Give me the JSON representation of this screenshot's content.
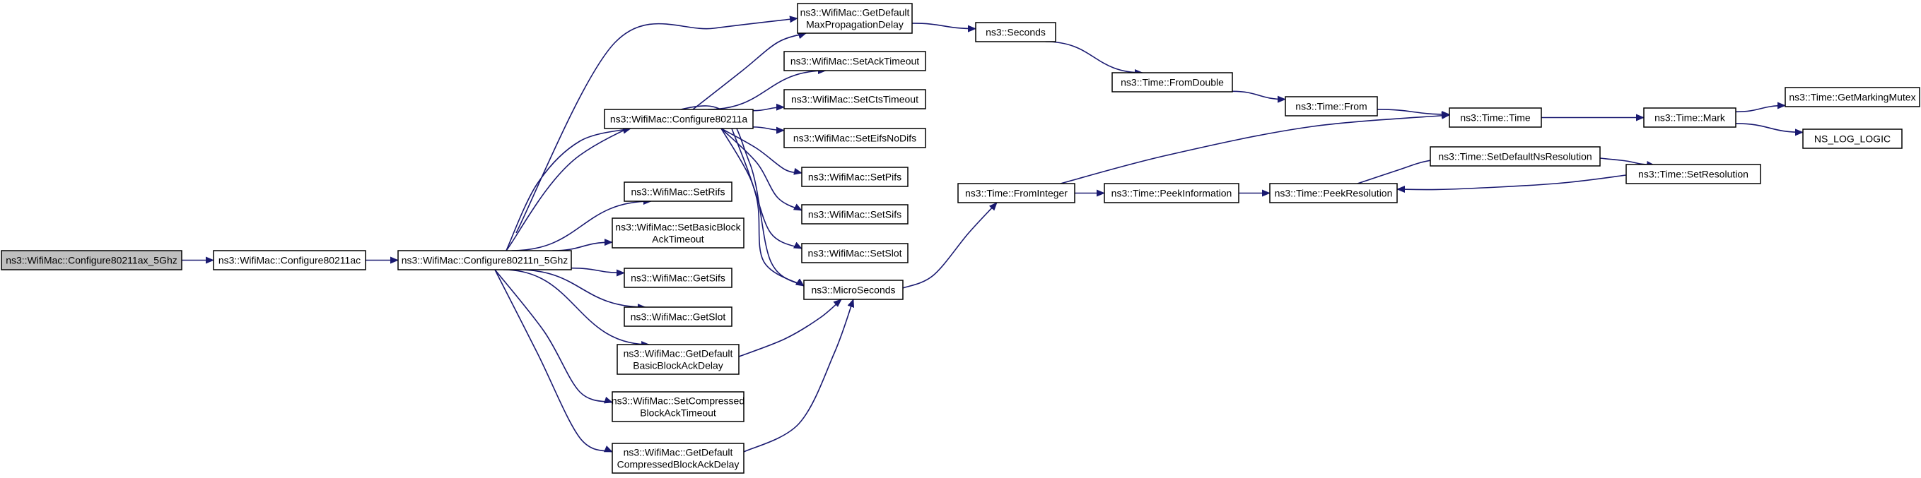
{
  "diagram": {
    "nodes": [
      {
        "id": "configure80211ax_5ghz",
        "lines": [
          "ns3::WifiMac::Configure80211ax_5Ghz"
        ],
        "root": true
      },
      {
        "id": "configure80211ac",
        "lines": [
          "ns3::WifiMac::Configure80211ac"
        ]
      },
      {
        "id": "configure80211n_5ghz",
        "lines": [
          "ns3::WifiMac::Configure80211n_5Ghz"
        ]
      },
      {
        "id": "configure80211a",
        "lines": [
          "ns3::WifiMac::Configure80211a"
        ]
      },
      {
        "id": "setrifs",
        "lines": [
          "ns3::WifiMac::SetRifs"
        ]
      },
      {
        "id": "setbasicblockacktimeout",
        "lines": [
          "ns3::WifiMac::SetBasicBlock",
          "AckTimeout"
        ]
      },
      {
        "id": "getsifs",
        "lines": [
          "ns3::WifiMac::GetSifs"
        ]
      },
      {
        "id": "getslot",
        "lines": [
          "ns3::WifiMac::GetSlot"
        ]
      },
      {
        "id": "getdefaultbasicblockackdelay",
        "lines": [
          "ns3::WifiMac::GetDefault",
          "BasicBlockAckDelay"
        ]
      },
      {
        "id": "setcompressedblockacktimeout",
        "lines": [
          "ns3::WifiMac::SetCompressed",
          "BlockAckTimeout"
        ]
      },
      {
        "id": "getdefaultcompressedblockackdelay",
        "lines": [
          "ns3::WifiMac::GetDefault",
          "CompressedBlockAckDelay"
        ]
      },
      {
        "id": "getdefaultmaxpropagationdelay",
        "lines": [
          "ns3::WifiMac::GetDefault",
          "MaxPropagationDelay"
        ]
      },
      {
        "id": "setacktimeout",
        "lines": [
          "ns3::WifiMac::SetAckTimeout"
        ]
      },
      {
        "id": "setctstimeout",
        "lines": [
          "ns3::WifiMac::SetCtsTimeout"
        ]
      },
      {
        "id": "seteifsnodifs",
        "lines": [
          "ns3::WifiMac::SetEifsNoDifs"
        ]
      },
      {
        "id": "setpifs",
        "lines": [
          "ns3::WifiMac::SetPifs"
        ]
      },
      {
        "id": "setsifs",
        "lines": [
          "ns3::WifiMac::SetSifs"
        ]
      },
      {
        "id": "setslot",
        "lines": [
          "ns3::WifiMac::SetSlot"
        ]
      },
      {
        "id": "microseconds",
        "lines": [
          "ns3::MicroSeconds"
        ]
      },
      {
        "id": "seconds",
        "lines": [
          "ns3::Seconds"
        ]
      },
      {
        "id": "fromdouble",
        "lines": [
          "ns3::Time::FromDouble"
        ]
      },
      {
        "id": "from",
        "lines": [
          "ns3::Time::From"
        ]
      },
      {
        "id": "time",
        "lines": [
          "ns3::Time::Time"
        ]
      },
      {
        "id": "mark",
        "lines": [
          "ns3::Time::Mark"
        ]
      },
      {
        "id": "getmarkingmutex",
        "lines": [
          "ns3::Time::GetMarkingMutex"
        ]
      },
      {
        "id": "ns_log_logic",
        "lines": [
          "NS_LOG_LOGIC"
        ]
      },
      {
        "id": "frominteger",
        "lines": [
          "ns3::Time::FromInteger"
        ]
      },
      {
        "id": "peekinformation",
        "lines": [
          "ns3::Time::PeekInformation"
        ]
      },
      {
        "id": "peekresolution",
        "lines": [
          "ns3::Time::PeekResolution"
        ]
      },
      {
        "id": "setdefaultnsresolution",
        "lines": [
          "ns3::Time::SetDefaultNsResolution"
        ]
      },
      {
        "id": "setresolution",
        "lines": [
          "ns3::Time::SetResolution"
        ]
      }
    ],
    "edges": [
      [
        "configure80211ax_5ghz",
        "configure80211ac"
      ],
      [
        "configure80211ac",
        "configure80211n_5ghz"
      ],
      [
        "configure80211n_5ghz",
        "getdefaultmaxpropagationdelay"
      ],
      [
        "configure80211n_5ghz",
        "configure80211a"
      ],
      [
        "configure80211n_5ghz",
        "microseconds"
      ],
      [
        "configure80211n_5ghz",
        "setrifs"
      ],
      [
        "configure80211n_5ghz",
        "setbasicblockacktimeout"
      ],
      [
        "configure80211n_5ghz",
        "getsifs"
      ],
      [
        "configure80211n_5ghz",
        "getslot"
      ],
      [
        "configure80211n_5ghz",
        "getdefaultbasicblockackdelay"
      ],
      [
        "configure80211n_5ghz",
        "setcompressedblockacktimeout"
      ],
      [
        "configure80211n_5ghz",
        "getdefaultcompressedblockackdelay"
      ],
      [
        "configure80211a",
        "getdefaultmaxpropagationdelay"
      ],
      [
        "configure80211a",
        "setacktimeout"
      ],
      [
        "configure80211a",
        "setctstimeout"
      ],
      [
        "configure80211a",
        "seteifsnodifs"
      ],
      [
        "configure80211a",
        "setpifs"
      ],
      [
        "configure80211a",
        "setsifs"
      ],
      [
        "configure80211a",
        "setslot"
      ],
      [
        "configure80211a",
        "microseconds"
      ],
      [
        "getdefaultbasicblockackdelay",
        "microseconds"
      ],
      [
        "getdefaultcompressedblockackdelay",
        "microseconds"
      ],
      [
        "getdefaultmaxpropagationdelay",
        "seconds"
      ],
      [
        "seconds",
        "fromdouble"
      ],
      [
        "fromdouble",
        "from"
      ],
      [
        "from",
        "time"
      ],
      [
        "microseconds",
        "frominteger"
      ],
      [
        "frominteger",
        "time"
      ],
      [
        "frominteger",
        "peekinformation"
      ],
      [
        "peekinformation",
        "peekresolution"
      ],
      [
        "peekresolution",
        "setdefaultnsresolution"
      ],
      [
        "setdefaultnsresolution",
        "setresolution"
      ],
      [
        "setresolution",
        "peekresolution"
      ],
      [
        "time",
        "mark"
      ],
      [
        "mark",
        "getmarkingmutex"
      ],
      [
        "mark",
        "ns_log_logic"
      ]
    ],
    "colors": {
      "edge": "#191970",
      "node_border": "#000000",
      "node_fill": "#ffffff",
      "root_fill": "#bfbfbf",
      "text": "#000000"
    }
  }
}
